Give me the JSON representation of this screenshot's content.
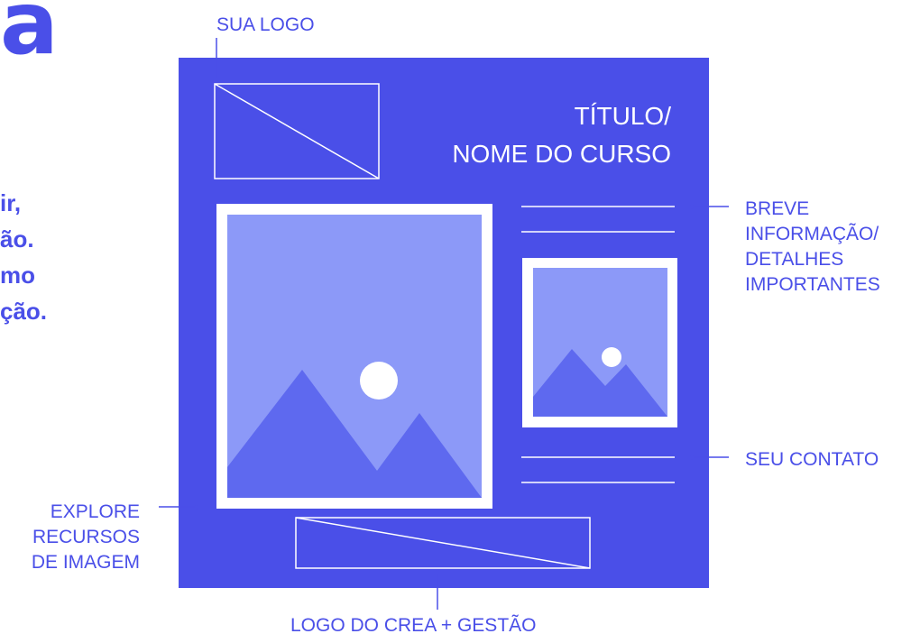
{
  "side_heading": "a",
  "side_text_lines": [
    "ir,",
    "ão.",
    "mo",
    "ção."
  ],
  "template": {
    "title_line1": "TÍTULO/",
    "title_line2": "NOME DO CURSO"
  },
  "annotations": {
    "sua_logo": "SUA LOGO",
    "breve_lines": [
      "BREVE",
      "INFORMAÇÃO/",
      "DETALHES",
      "IMPORTANTES"
    ],
    "seu_contato": "SEU CONTATO",
    "explore_lines": [
      "EXPLORE",
      "RECURSOS",
      "DE IMAGEM"
    ],
    "logo_crea": "LOGO DO CREA + GESTÃO"
  },
  "colors": {
    "accent": "#4a4fe8",
    "image_bg": "#8c99f8",
    "mountain": "#5e69ef",
    "white": "#ffffff"
  }
}
